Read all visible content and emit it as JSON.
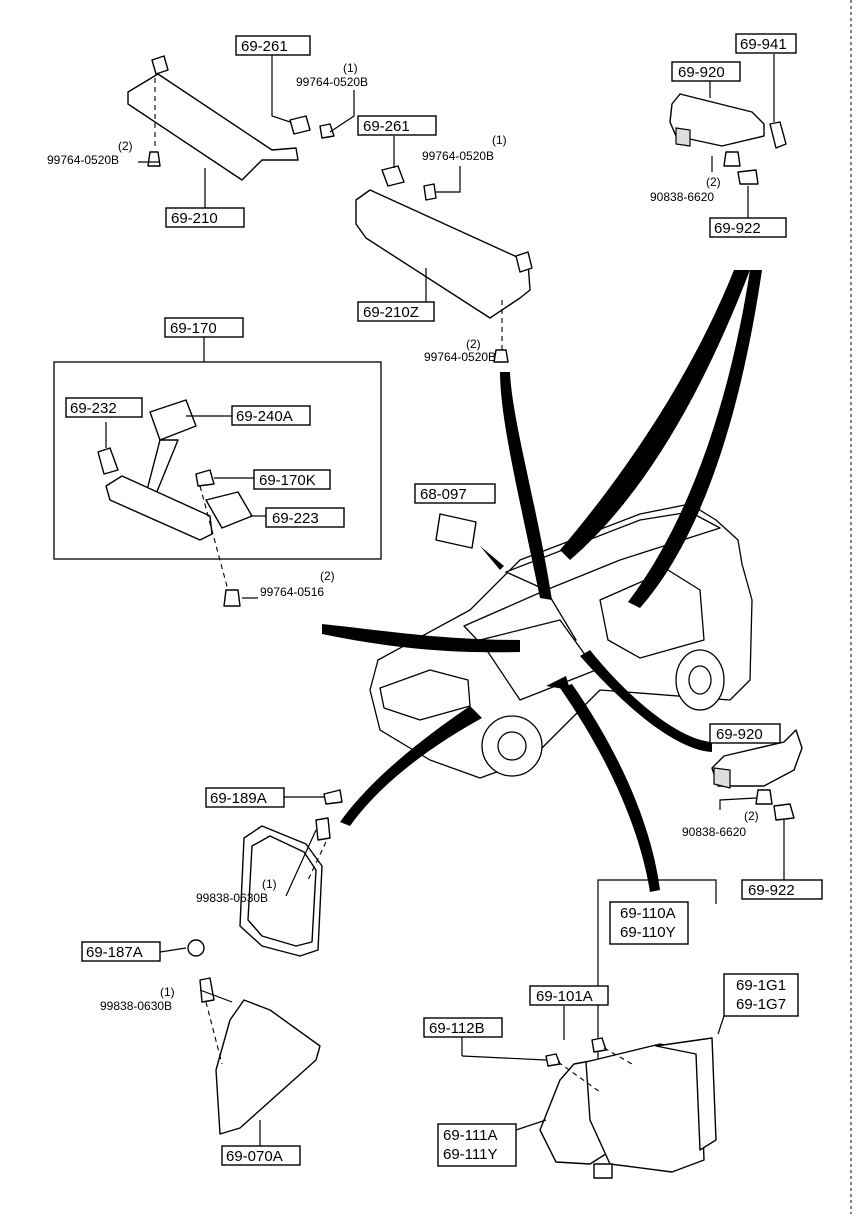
{
  "callouts": {
    "sunvisor_bracket_left": "69-261",
    "sunvisor_bracket_right": "69-261",
    "sunvisor_left": "69-210",
    "sunvisor_right": "69-210Z",
    "assist_strap_bracket": "69-941",
    "assist_grip_top": "69-920",
    "grip_cover_top": "69-922",
    "mirror_assembly": "69-170",
    "bulb": "69-232",
    "mirror_base": "69-240A",
    "mirror_lamp": "69-170K",
    "lamp_lens": "69-223",
    "part_68_097": "68-097",
    "assist_grip_bottom": "69-920",
    "grip_cover_bottom": "69-922",
    "cap_189": "69-189A",
    "cap_187": "69-187A",
    "fender_mirror": "69-070A",
    "door_mirror": "69-110A",
    "door_mirror_alt": "69-110Y",
    "mirror_glass": "69-1G1",
    "mirror_glass_alt": "69-1G7",
    "screw_101": "69-101A",
    "screw_112": "69-112B",
    "gasket": "69-111A",
    "gasket_alt": "69-111Y"
  },
  "fasteners": {
    "qty_1_a": "(1)",
    "bolt_a": "99764-0520B",
    "qty_1_b": "(1)",
    "bolt_b": "99764-0520B",
    "qty_2_a": "(2)",
    "bolt_c": "99764-0520B",
    "qty_2_b": "(2)",
    "bolt_d": "99764-0520B",
    "qty_2_c": "(2)",
    "clip_a": "90838-6620",
    "qty_2_d": "(2)",
    "screw_e": "99764-0516",
    "qty_2_e": "(2)",
    "clip_b": "90838-6620",
    "qty_1_f": "(1)",
    "screw_f": "99838-0630B",
    "qty_1_g": "(1)",
    "screw_g": "99838-0630B"
  }
}
